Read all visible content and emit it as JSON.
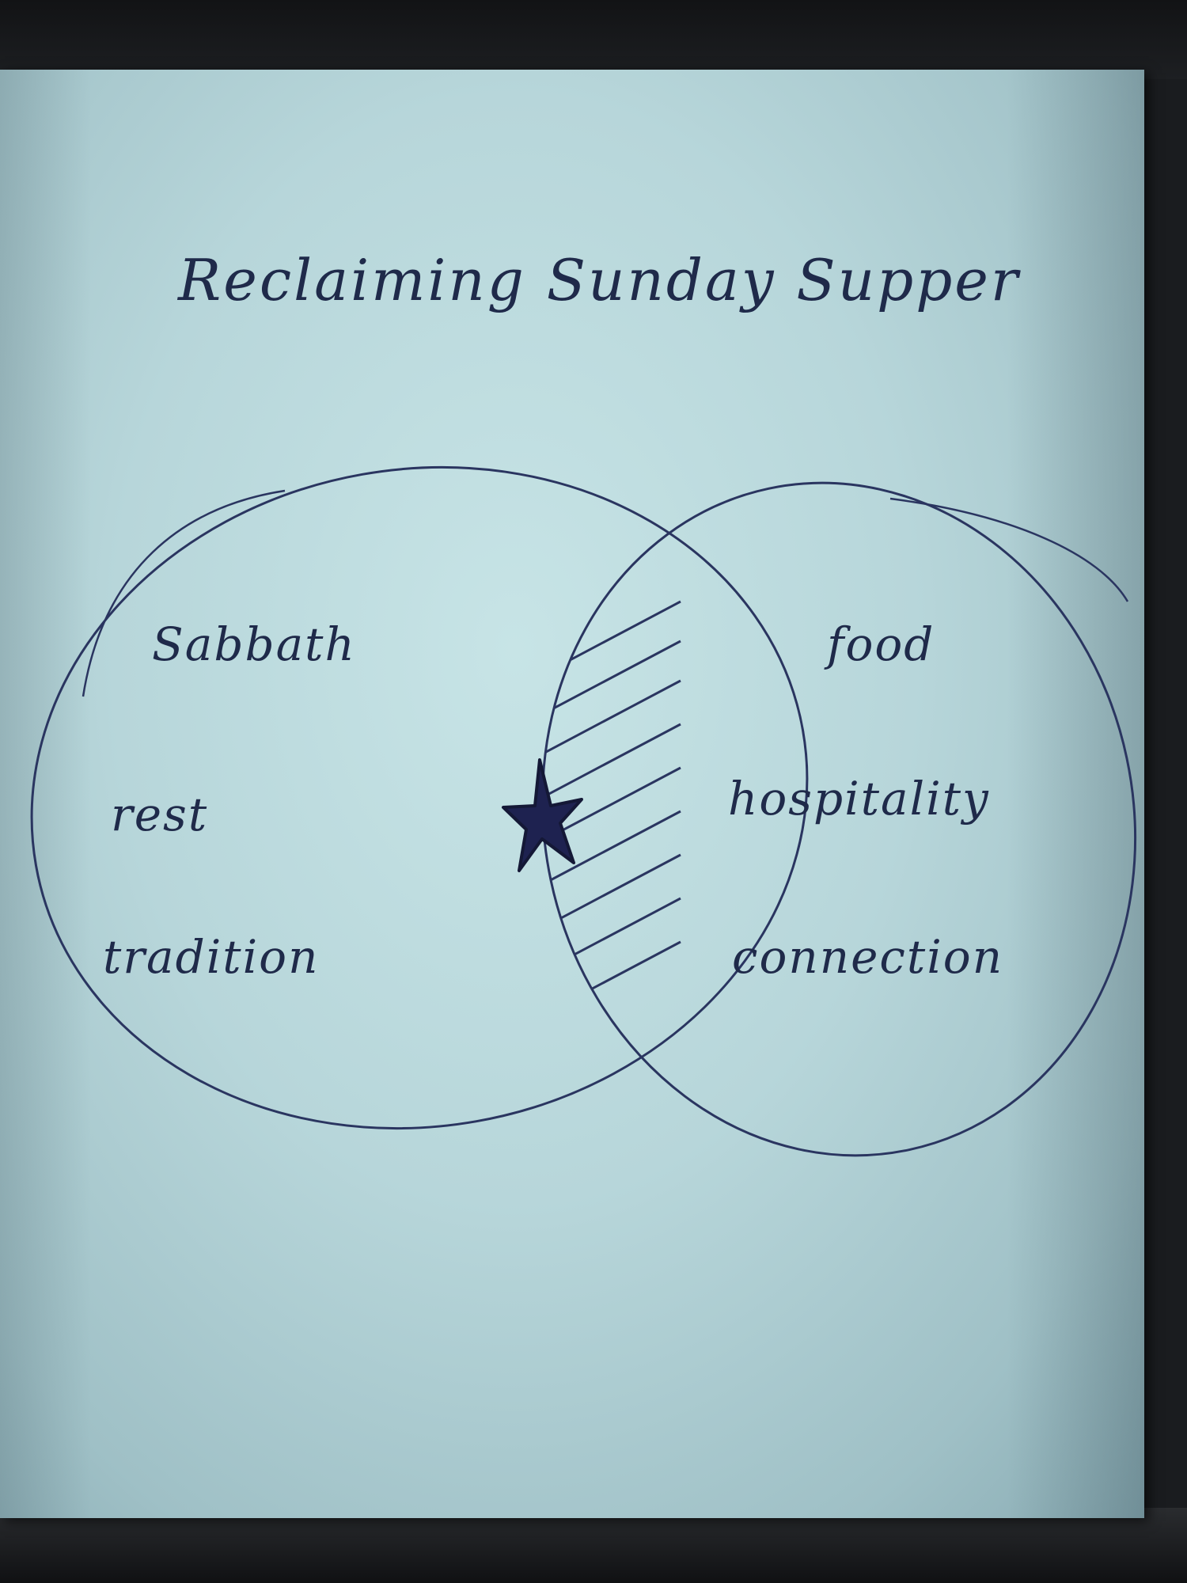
{
  "title": "Reclaiming Sunday Supper",
  "left_set": {
    "items": [
      "Sabbath",
      "rest",
      "tradition"
    ]
  },
  "right_set": {
    "items": [
      "food",
      "hospitality",
      "connection"
    ]
  },
  "intersection": {
    "marker_icon": "star-icon",
    "fill_style": "hatched"
  },
  "colors": {
    "ink": "#1f2a4a",
    "paper": "#bcdadd"
  }
}
